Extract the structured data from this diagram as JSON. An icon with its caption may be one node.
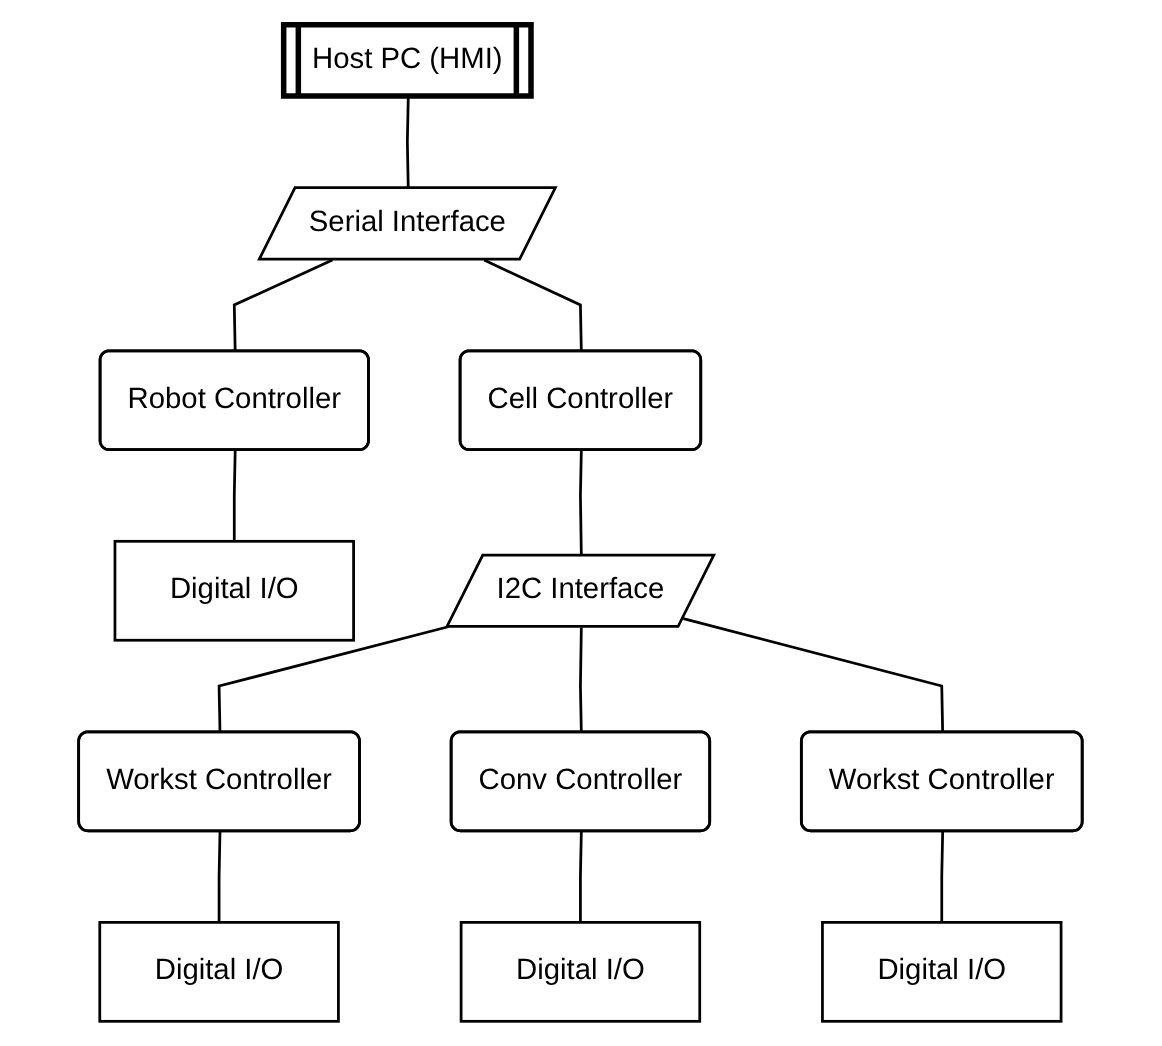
{
  "diagram": {
    "nodes": [
      {
        "text": [
          "Host PC (HMI)"
        ]
      },
      {
        "text": [
          "Serial Interface"
        ]
      },
      {
        "text": [
          "Robot Controller"
        ]
      },
      {
        "text": [
          "Cell Controller"
        ]
      },
      {
        "text": [
          "Digital I/O"
        ]
      },
      {
        "text": [
          "I2C Interface"
        ]
      },
      {
        "text": [
          "Workst Controller"
        ]
      },
      {
        "text": [
          "Conv Controller"
        ]
      },
      {
        "text": [
          "Workst Controller"
        ]
      },
      {
        "text": [
          "Digital I/O"
        ]
      },
      {
        "text": [
          "Digital I/O"
        ]
      },
      {
        "text": [
          "Digital I/O"
        ]
      }
    ],
    "edges": [
      {
        "from": 0,
        "to": 1,
        "arrow": "none"
      },
      {
        "from": 1,
        "to": 2,
        "arrow": "none"
      },
      {
        "from": 1,
        "to": 3,
        "arrow": "none"
      },
      {
        "from": 2,
        "to": 4,
        "arrow": "none"
      },
      {
        "from": 3,
        "to": 5,
        "arrow": "none"
      },
      {
        "from": 5,
        "to": 6,
        "arrow": "none"
      },
      {
        "from": 5,
        "to": 7,
        "arrow": "none"
      },
      {
        "from": 5,
        "to": 8,
        "arrow": "none"
      },
      {
        "from": 6,
        "to": 9,
        "arrow": "none"
      },
      {
        "from": 7,
        "to": 10,
        "arrow": "none"
      },
      {
        "from": 8,
        "to": 11,
        "arrow": "none"
      }
    ]
  }
}
